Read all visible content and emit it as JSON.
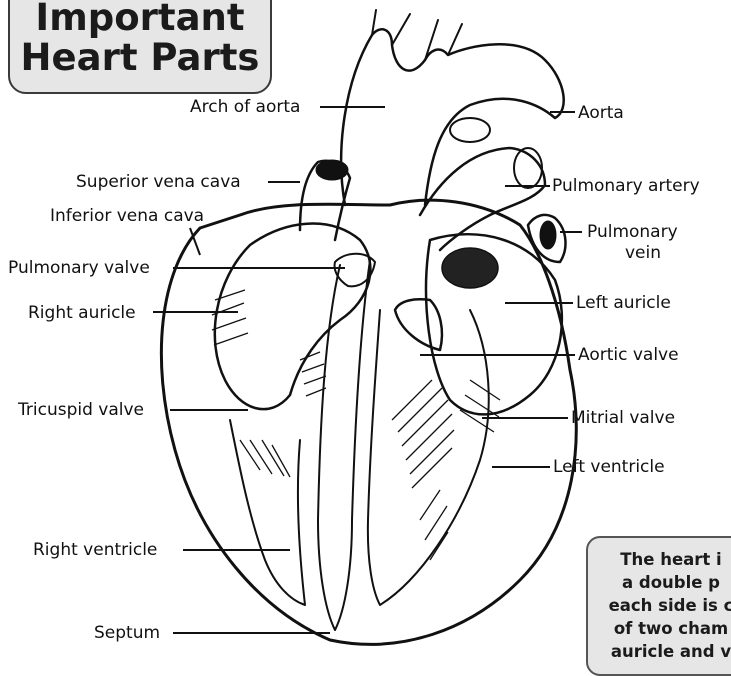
{
  "title": {
    "line1": "Important",
    "line2": "Heart Parts"
  },
  "note": {
    "line1": "The heart i",
    "line2": "a double p",
    "line3": "each side is c",
    "line4": "of two cham",
    "line5": "auricle and v"
  },
  "labels": {
    "arch_of_aorta": "Arch of aorta",
    "aorta": "Aorta",
    "superior_vena_cava": "Superior vena cava",
    "inferior_vena_cava": "Inferior vena cava",
    "pulmonary_artery": "Pulmonary artery",
    "pulmonary_vein_1": "Pulmonary",
    "pulmonary_vein_2": "vein",
    "pulmonary_valve": "Pulmonary valve",
    "right_auricle": "Right auricle",
    "left_auricle": "Left auricle",
    "aortic_valve": "Aortic valve",
    "tricuspid_valve": "Tricuspid valve",
    "mitrial_valve": "Mitrial valve",
    "left_ventricle": "Left ventricle",
    "right_ventricle": "Right ventricle",
    "septum": "Septum"
  }
}
